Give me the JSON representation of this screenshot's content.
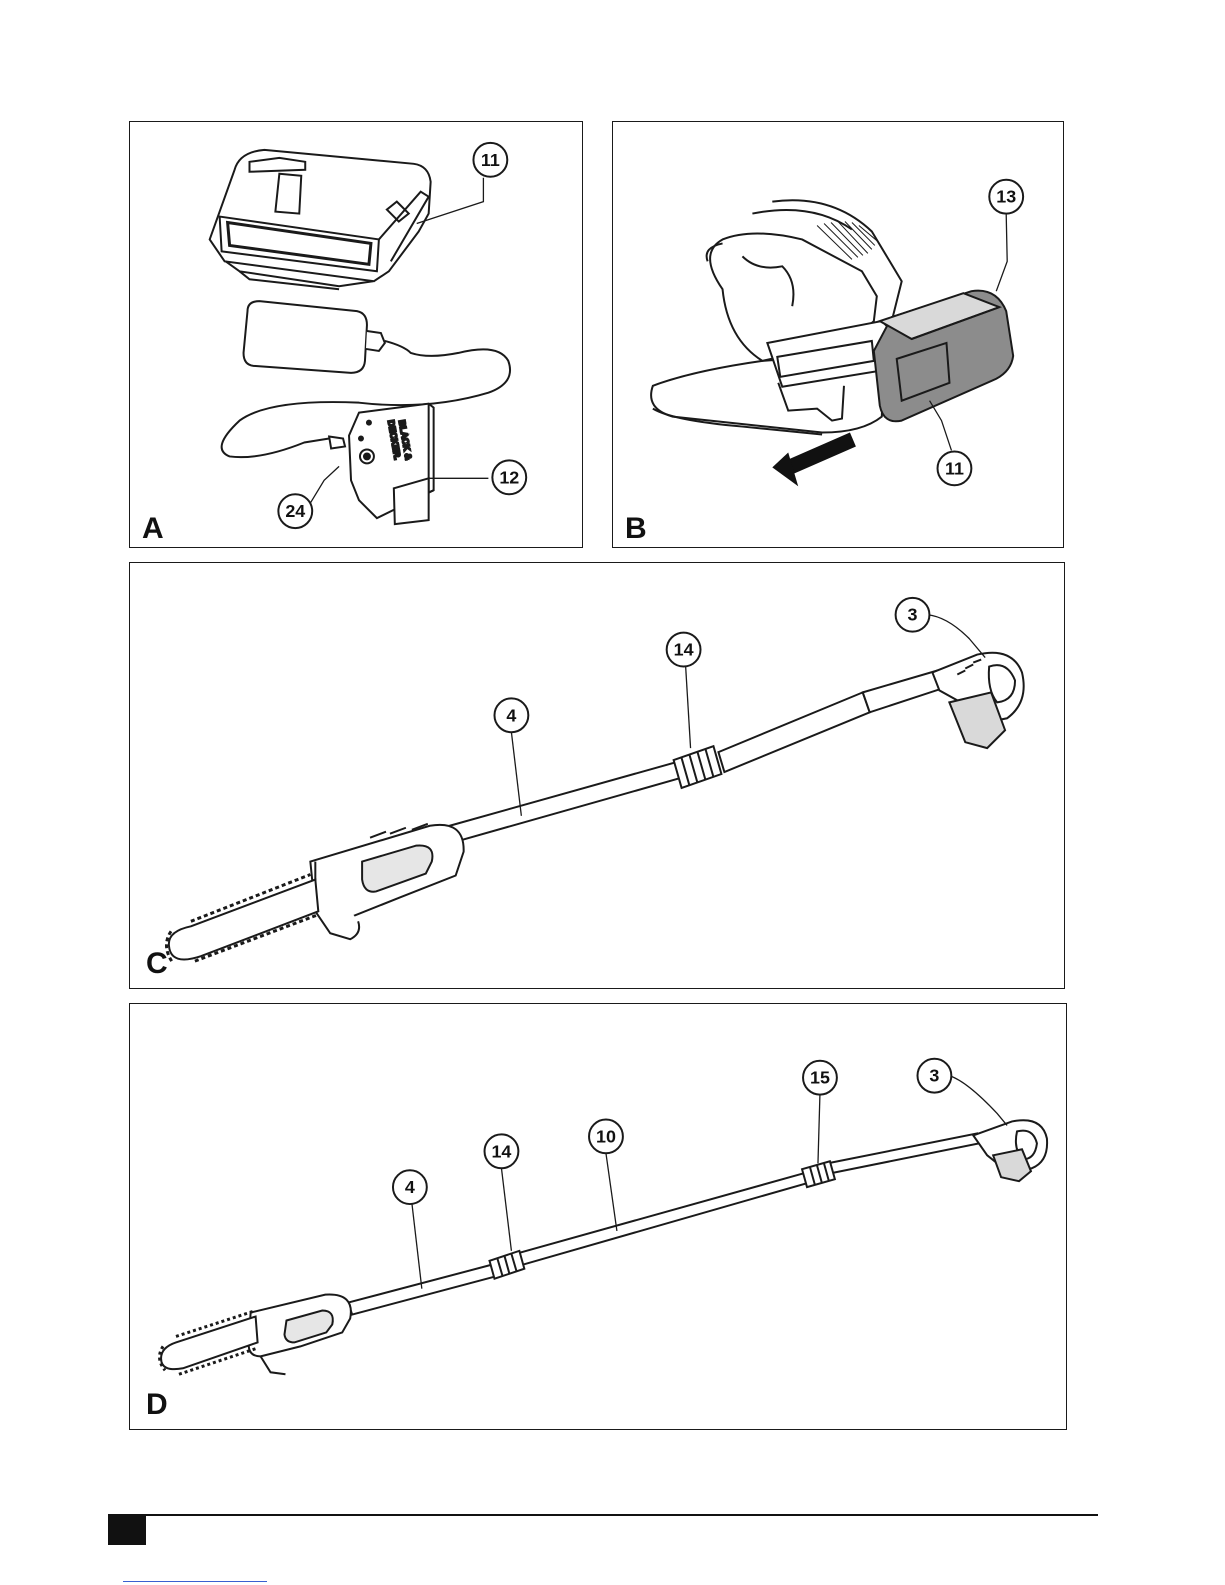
{
  "panels": {
    "a": {
      "letter": "A",
      "callouts": [
        "11",
        "24",
        "12"
      ],
      "charger_brand": [
        "BLACK &",
        "DECKER."
      ],
      "charger_icons": [
        "battery-icon",
        "plug-icon"
      ]
    },
    "b": {
      "letter": "B",
      "callouts": [
        "13",
        "11"
      ],
      "arrow": "insert-direction-arrow-icon"
    },
    "c": {
      "letter": "C",
      "callouts": [
        "3",
        "14",
        "4"
      ]
    },
    "d": {
      "letter": "D",
      "callouts": [
        "15",
        "3",
        "10",
        "14",
        "4"
      ]
    }
  },
  "colors": {
    "line": "#1a1a1a",
    "battery_fill": "#8c8c8c",
    "tool_body": "#f2f2f2"
  }
}
